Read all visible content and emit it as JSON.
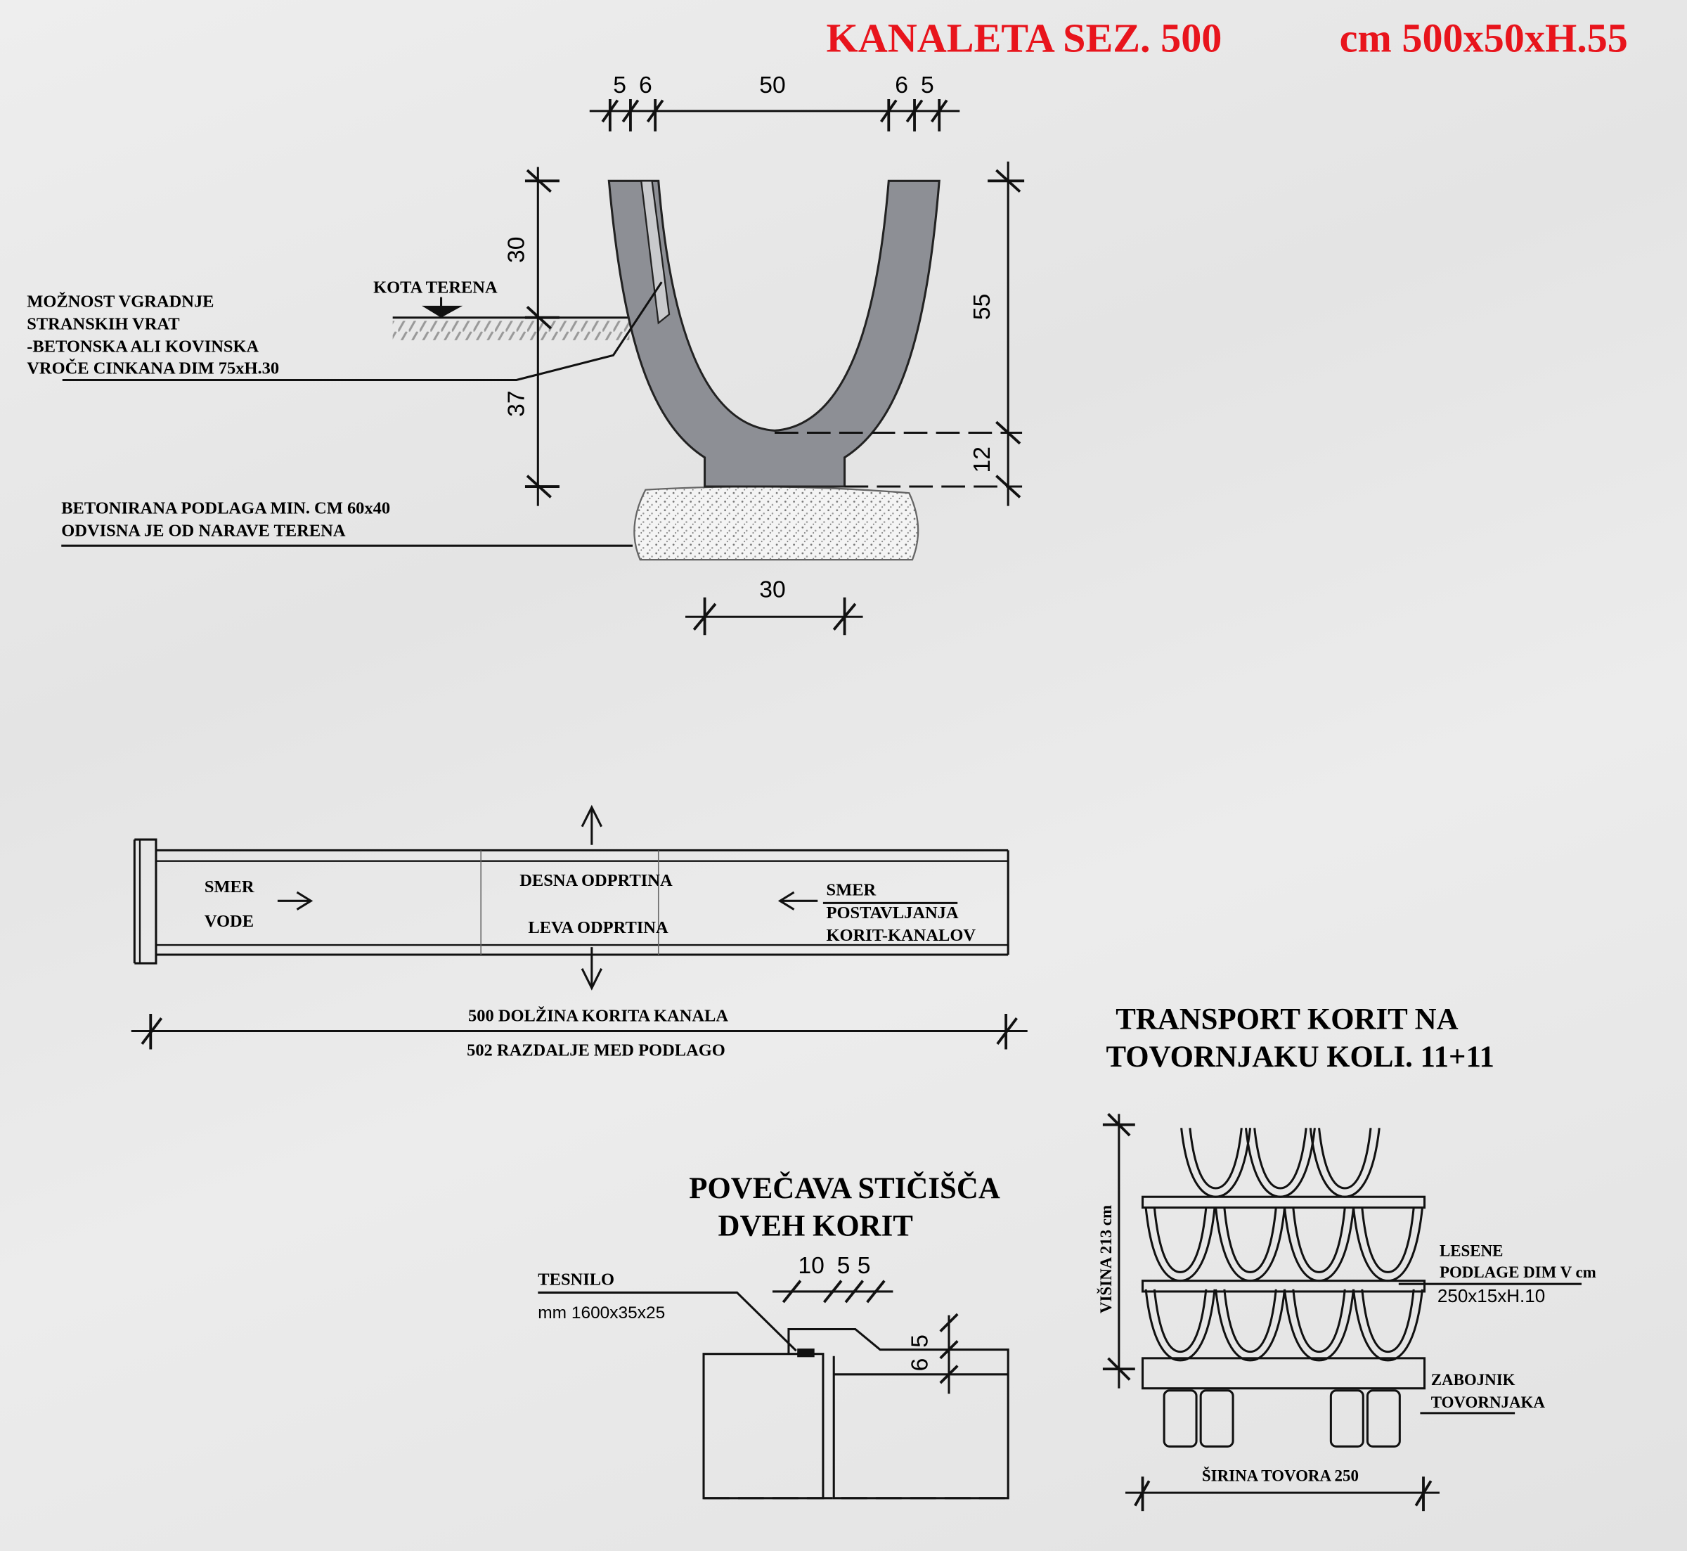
{
  "title": {
    "main": "KANALETA  SEZ. 500",
    "size": "cm 500x50xH.55",
    "color": "#e8141c"
  },
  "section": {
    "top_dims": [
      "5",
      "6",
      "50",
      "6",
      "5"
    ],
    "left_dims": [
      "30",
      "37"
    ],
    "right_dims": [
      "55",
      "12"
    ],
    "base_dim": "30",
    "kota_terena": "KOTA TERENA",
    "side_gate_note": [
      "MOŽNOST  VGRADNJE",
      "STRANSKIH VRAT",
      "-BETONSKA ALI KOVINSKA",
      "VROČE CINKANA  DIM 75xH.30"
    ],
    "base_note": [
      "BETONIRANA PODLAGA  MIN. CM 60x40",
      "ODVISNA JE OD NARAVE TERENA"
    ]
  },
  "plan": {
    "right_opening": "DESNA ODPRTINA",
    "left_opening": "LEVA ODPRTINA",
    "water_direction": [
      "SMER",
      "VODE"
    ],
    "laying_direction": [
      "SMER",
      "POSTAVLJANJA",
      "KORIT-KANALOV"
    ],
    "length_label": "500 DOLŽINA KORITA KANALA",
    "spacing_label": "502 RAZDALJE MED PODLAGO"
  },
  "joint": {
    "title": [
      "POVEČAVA STIČIŠČA",
      "DVEH KORIT"
    ],
    "seal": [
      "TESNILO",
      "mm 1600x35x25"
    ],
    "dims": [
      "10",
      "5",
      "5"
    ],
    "side_dims": [
      "6",
      "5"
    ]
  },
  "transport": {
    "title": [
      "TRANSPORT KORIT NA",
      "TOVORNJAKU  KOLI. 11+11"
    ],
    "height_label": "VIŠINA 213 cm",
    "pallets_note": [
      "LESENE",
      "PODLAGE DIM V cm",
      "250x15xH.10"
    ],
    "truck_note": [
      "ZABOJNIK",
      "TOVORNJAKA"
    ],
    "width_label": "ŠIRINA TOVORA 250"
  }
}
